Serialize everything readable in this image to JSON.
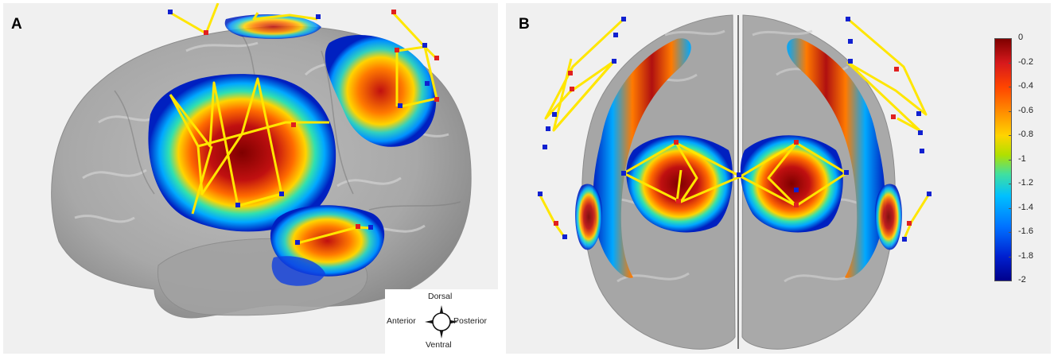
{
  "panel_a": {
    "letter": "A",
    "orientation": {
      "dorsal": "Dorsal",
      "ventral": "Ventral",
      "anterior": "Anterior",
      "posterior": "Posterior"
    }
  },
  "panel_b": {
    "letter": "B"
  },
  "colorbar": {
    "ticks": [
      "0",
      "-0.2",
      "-0.4",
      "-0.6",
      "-0.8",
      "-1",
      "-1.2",
      "-1.4",
      "-1.6",
      "-1.8",
      "-2"
    ],
    "max": 0,
    "min": -2,
    "colors": [
      "#7f0000",
      "#d7191c",
      "#ff8c00",
      "#ffd400",
      "#40e0a0",
      "#00c0ff",
      "#0020d0",
      "#00008b"
    ]
  },
  "colors": {
    "connection_line": "#ffe600",
    "node_blue": "#1020d0",
    "node_red": "#e02020",
    "brain_gray": "#a9a9a9",
    "background": "#f0f0f0"
  }
}
